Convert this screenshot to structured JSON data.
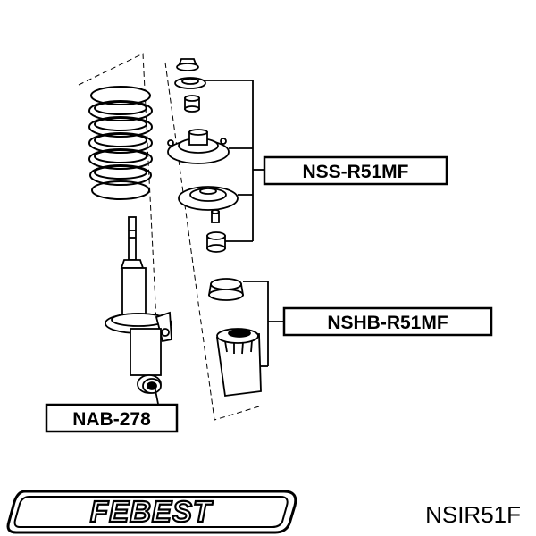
{
  "diagram": {
    "callouts": {
      "top_mount": "NSS-R51MF",
      "bump_stop": "NSHB-R51MF",
      "lower_bushing": "NAB-278"
    }
  },
  "brand": {
    "logo_text": "FEBEST",
    "part_code": "NSIR51F"
  },
  "colors": {
    "ink": "#000000",
    "paper": "#ffffff"
  }
}
